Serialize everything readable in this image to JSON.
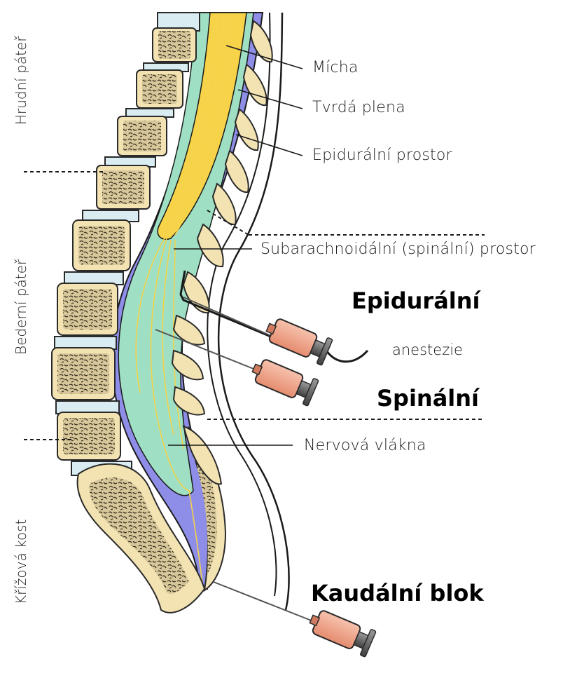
{
  "regions": {
    "thoracic": "Hrudní páteř",
    "lumbar": "Bederní páteř",
    "sacrum": "Křížová kost"
  },
  "labels": {
    "spinal_cord": "Mícha",
    "dura": "Tvrdá plena",
    "epidural_space": "Epidurální prostor",
    "subarachnoid_space": "Subarachnoidální (spinální) prostor",
    "nerve_fibers": "Nervová vlákna"
  },
  "procedures": {
    "epidural": "Epidurální",
    "anesthesia": "anestezie",
    "spinal": "Spinální",
    "caudal": "Kaudální blok"
  },
  "colors": {
    "bone": "#f3e3b3",
    "bone_outline": "#2a2a2a",
    "disc": "#d9ecf2",
    "csf": "#8e8ee8",
    "cord": "#f7d34a",
    "cauda": "#9fe0c5",
    "syringe_barrel": "#f2a489",
    "syringe_plunger": "#6b6b6b"
  }
}
